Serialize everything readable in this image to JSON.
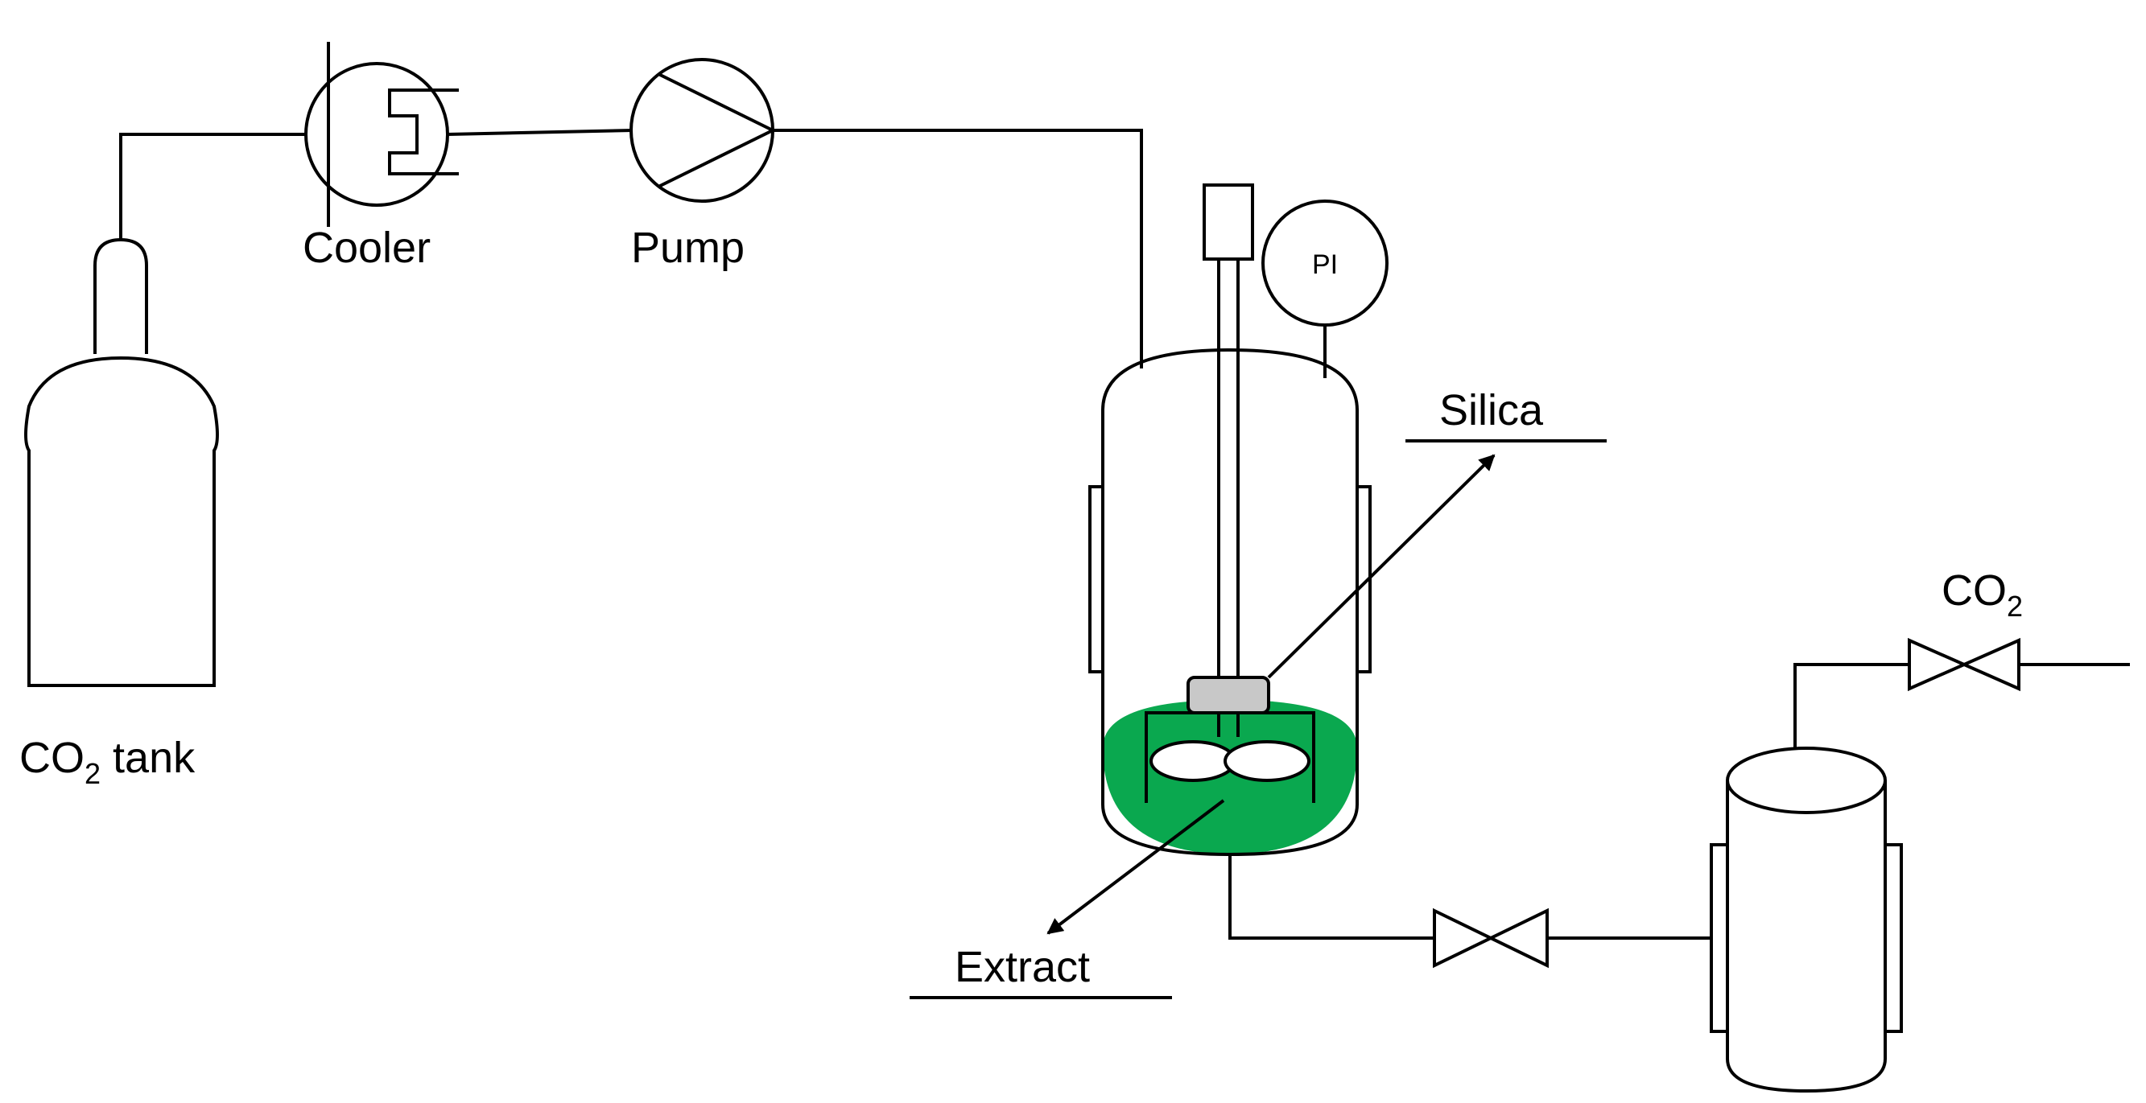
{
  "labels": {
    "co2_tank": "CO",
    "co2_tank_sub": "2",
    "co2_tank_suffix": " tank",
    "cooler": "Cooler",
    "pump": "Pump",
    "pressure_indicator": "PI",
    "silica": "Silica",
    "extract": "Extract",
    "co2_out": "CO",
    "co2_out_sub": "2"
  },
  "colors": {
    "line": "#000000",
    "extract_fill": "#0aa84f",
    "silica_holder": "#c8c8c8",
    "background": "#ffffff"
  }
}
